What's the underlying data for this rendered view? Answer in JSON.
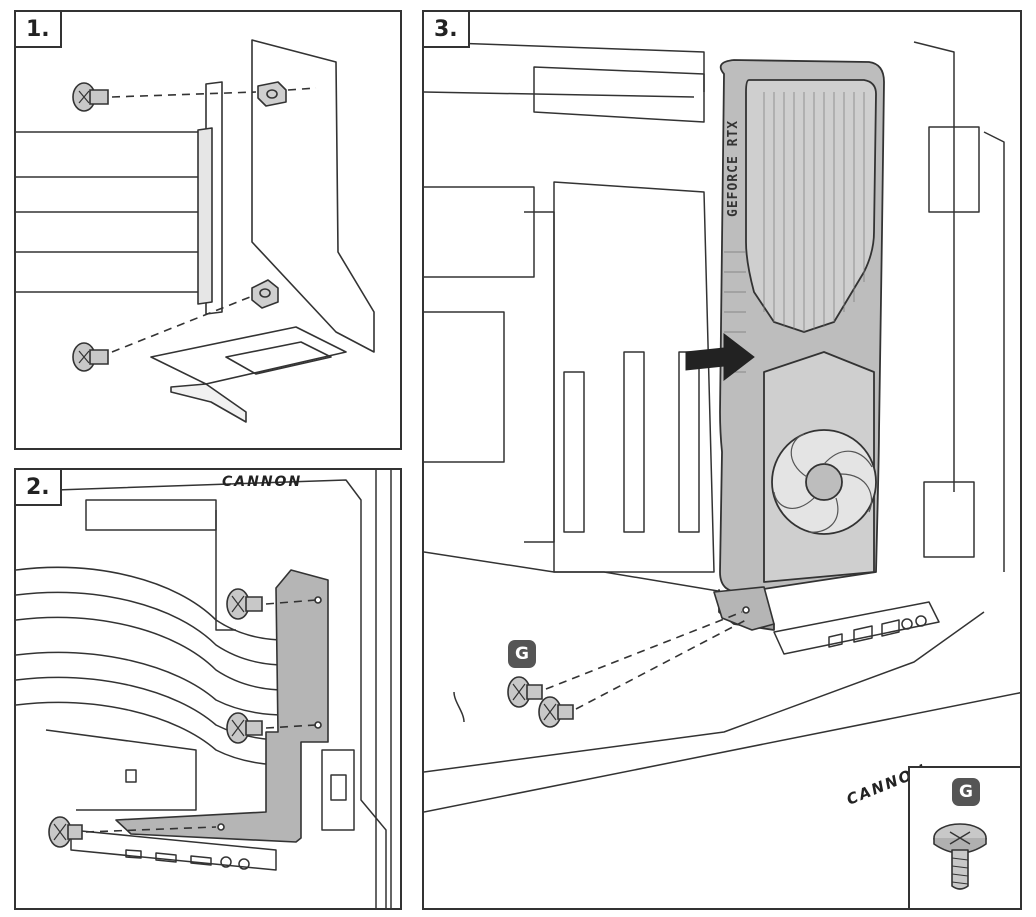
{
  "steps": [
    {
      "label": "1."
    },
    {
      "label": "2.",
      "brand": "CANNON"
    },
    {
      "label": "3.",
      "brand": "CANNON",
      "gpu_brand": "GEFORCE RTX",
      "part_callout": "G",
      "inset_callout": "G"
    }
  ],
  "colors": {
    "line": "#333333",
    "part_fill": "#c8c8c8",
    "bracket_fill": "#b5b5b5",
    "gpu_fill": "#bdbdbd",
    "badge": "#555555"
  }
}
